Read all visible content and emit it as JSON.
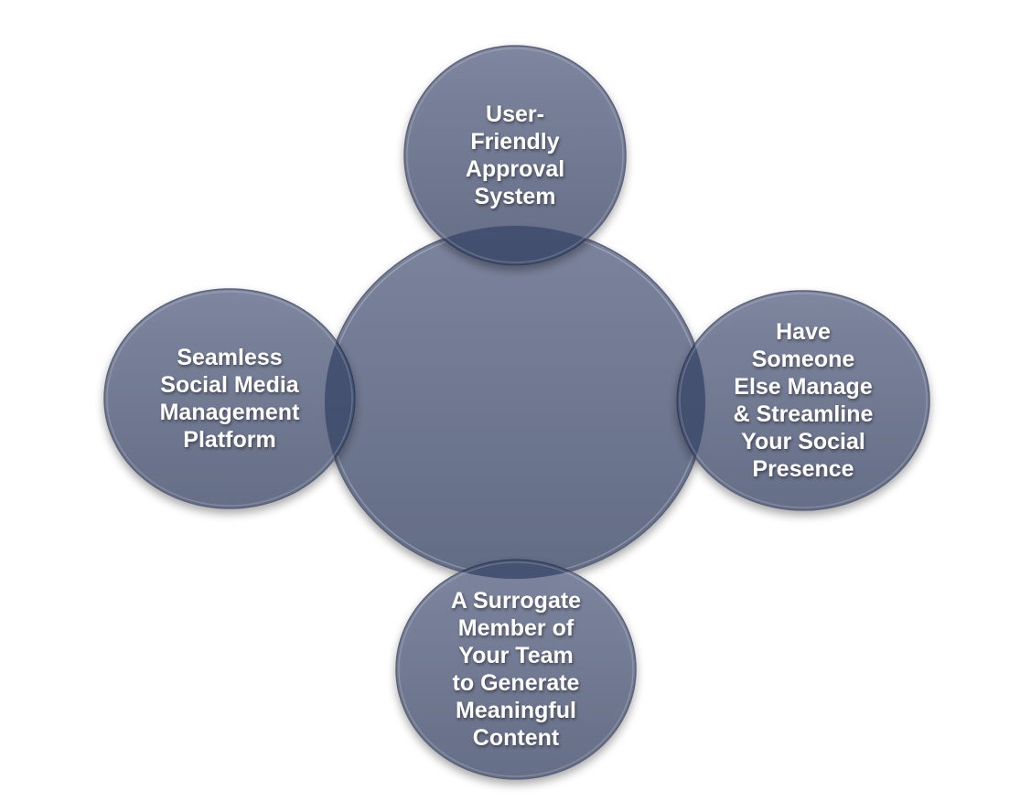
{
  "diagram": {
    "type": "radial-venn",
    "colors": {
      "fill": "#6f7891",
      "fill_top": "#7c849d",
      "fill_bottom": "#636c85",
      "overlap": "#3d4a6b",
      "stroke": "#5a627a",
      "text": "#ffffff"
    },
    "center": {
      "label": ""
    },
    "nodes": [
      {
        "id": "top",
        "label": "User-\nFriendly\nApproval\nSystem"
      },
      {
        "id": "left",
        "label": "Seamless\nSocial Media\nManagement\nPlatform"
      },
      {
        "id": "right",
        "label": "Have\nSomeone\nElse Manage\n& Streamline\nYour Social\nPresence"
      },
      {
        "id": "bottom",
        "label": "A Surrogate\nMember of\nYour Team\nto Generate\nMeaningful\nContent"
      }
    ]
  }
}
